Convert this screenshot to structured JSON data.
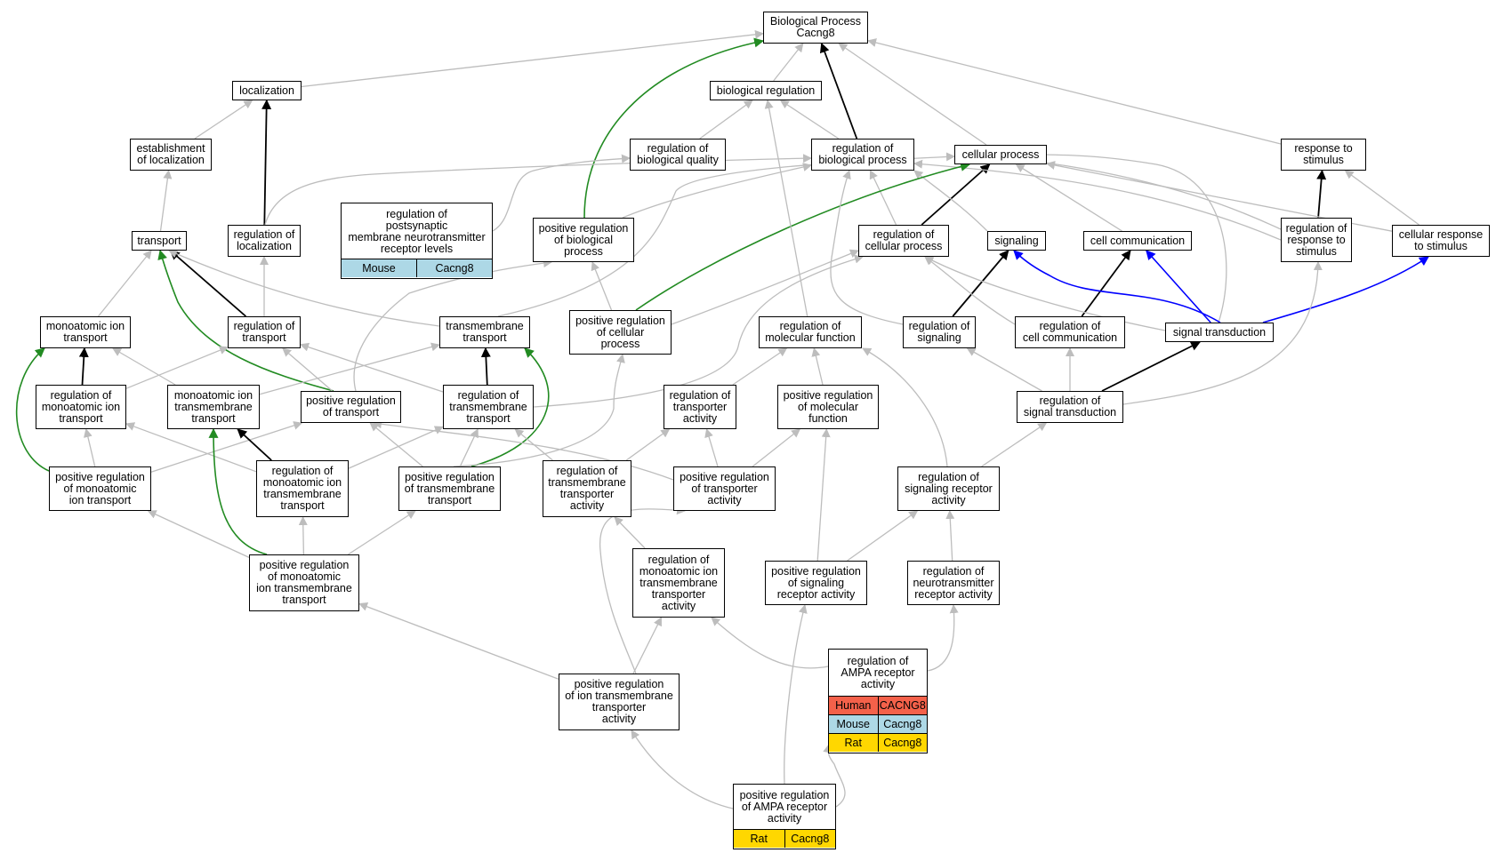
{
  "colors": {
    "edge_gray": "#bdbdbd",
    "edge_black": "#000000",
    "edge_green": "#228b22",
    "edge_blue": "#0000ff",
    "mouse": "#add8e6",
    "human": "#f4614a",
    "rat": "#ffd700"
  },
  "nodes": {
    "bp": {
      "label": "Biological Process\nCacng8"
    },
    "loc": {
      "label": "localization"
    },
    "breg": {
      "label": "biological regulation"
    },
    "estloc": {
      "label": "establishment\nof localization"
    },
    "regbq": {
      "label": "regulation of\nbiological quality"
    },
    "regbp": {
      "label": "regulation of\nbiological process"
    },
    "cellproc": {
      "label": "cellular process"
    },
    "resp": {
      "label": "response to\nstimulus"
    },
    "transport": {
      "label": "transport"
    },
    "regloc": {
      "label": "regulation of\nlocalization"
    },
    "rpnrl": {
      "label": "regulation of\npostsynaptic\nmembrane neurotransmitter\nreceptor levels",
      "table": [
        [
          "Mouse",
          "Cacng8"
        ]
      ]
    },
    "posregbp": {
      "label": "positive regulation\nof biological\nprocess"
    },
    "regcp": {
      "label": "regulation of\ncellular process"
    },
    "signaling": {
      "label": "signaling"
    },
    "cellcomm": {
      "label": "cell communication"
    },
    "regresp": {
      "label": "regulation of\nresponse to\nstimulus"
    },
    "cellresp": {
      "label": "cellular response\nto stimulus"
    },
    "mait": {
      "label": "monoatomic ion\ntransport"
    },
    "regtrans": {
      "label": "regulation of\ntransport"
    },
    "tmt": {
      "label": "transmembrane\ntransport"
    },
    "posregcp": {
      "label": "positive regulation\nof cellular\nprocess"
    },
    "regmf": {
      "label": "regulation of\nmolecular function"
    },
    "regsig": {
      "label": "regulation of\nsignaling"
    },
    "regcc": {
      "label": "regulation of\ncell communication"
    },
    "sigtrans": {
      "label": "signal transduction"
    },
    "regmait": {
      "label": "regulation of\nmonoatomic ion\ntransport"
    },
    "maitmt": {
      "label": "monoatomic ion\ntransmembrane\ntransport"
    },
    "posregtrans": {
      "label": "positive regulation\nof transport"
    },
    "regtmt": {
      "label": "regulation of\ntransmembrane\ntransport"
    },
    "regtra": {
      "label": "regulation of\ntransporter\nactivity"
    },
    "posregmf": {
      "label": "positive regulation\nof molecular\nfunction"
    },
    "regst": {
      "label": "regulation of\nsignal transduction"
    },
    "posregmait": {
      "label": "positive regulation\nof monoatomic\nion transport"
    },
    "regmaitmt": {
      "label": "regulation of\nmonoatomic ion\ntransmembrane\ntransport"
    },
    "posregtmt": {
      "label": "positive regulation\nof transmembrane\ntransport"
    },
    "regtmta": {
      "label": "regulation of\ntransmembrane\ntransporter\nactivity"
    },
    "posregtra": {
      "label": "positive regulation\nof transporter\nactivity"
    },
    "regsra": {
      "label": "regulation of\nsignaling receptor\nactivity"
    },
    "posregmaitmt": {
      "label": "positive regulation\nof monoatomic\nion transmembrane\ntransport"
    },
    "regmaitmta": {
      "label": "regulation of\nmonoatomic ion\ntransmembrane\ntransporter\nactivity"
    },
    "posregsra": {
      "label": "positive regulation\nof signaling\nreceptor activity"
    },
    "regnra": {
      "label": "regulation of\nneurotransmitter\nreceptor activity"
    },
    "regampa": {
      "label": "regulation of\nAMPA receptor\nactivity",
      "table": [
        [
          "Human",
          "CACNG8"
        ],
        [
          "Mouse",
          "Cacng8"
        ],
        [
          "Rat",
          "Cacng8"
        ]
      ]
    },
    "posregitmta": {
      "label": "positive regulation\nof ion transmembrane\ntransporter\nactivity"
    },
    "posregampa": {
      "label": "positive regulation\nof AMPA receptor\nactivity",
      "table": [
        [
          "Rat",
          "Cacng8"
        ]
      ]
    }
  }
}
